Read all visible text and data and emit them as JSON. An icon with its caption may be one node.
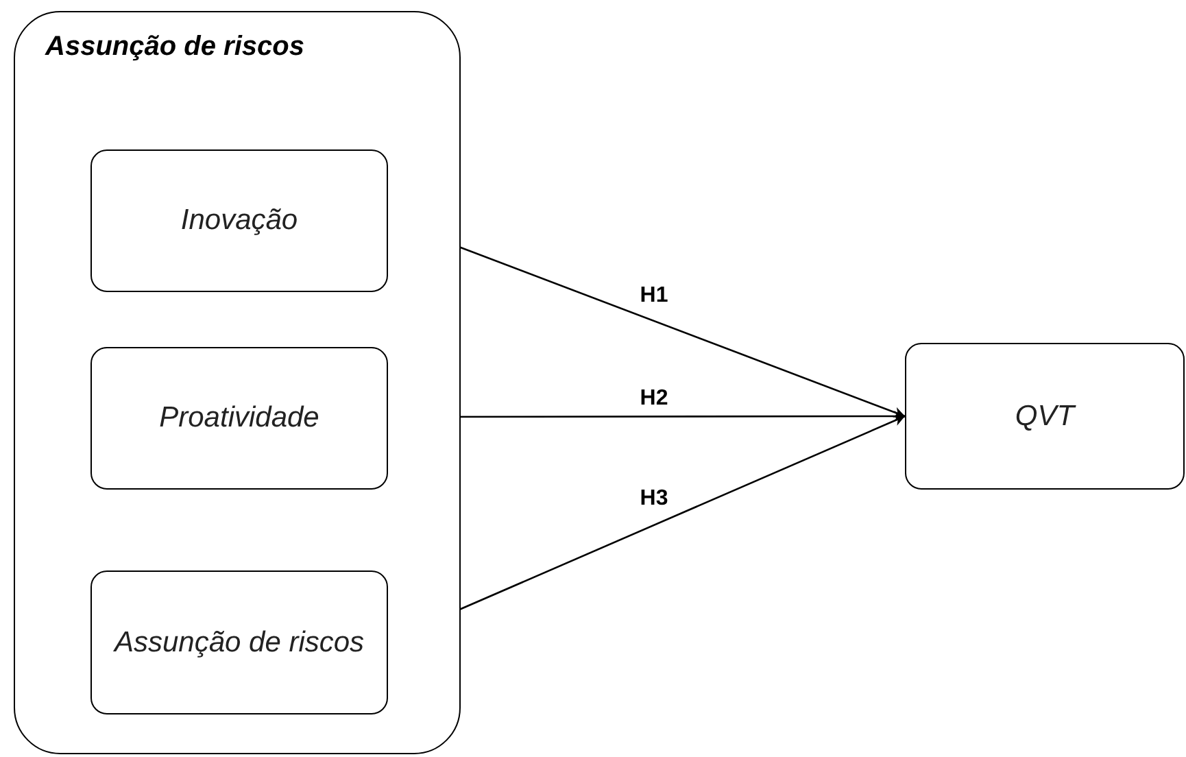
{
  "diagram": {
    "nodes": [
      {
        "text": [
          "Assunção de riscos"
        ]
      },
      {
        "text": [
          "Inovação"
        ],
        "in": 0
      },
      {
        "text": [
          "Proatividade"
        ],
        "in": 0
      },
      {
        "text": [
          "Assunção de riscos"
        ],
        "in": 0
      },
      {
        "text": [
          "QVT"
        ]
      }
    ],
    "edges": [
      {
        "from": 1,
        "to": 4,
        "arrow": "to",
        "label": "H1"
      },
      {
        "from": 2,
        "to": 4,
        "arrow": "to",
        "label": "H2"
      },
      {
        "from": 3,
        "to": 4,
        "arrow": "to",
        "label": "H3"
      }
    ]
  }
}
